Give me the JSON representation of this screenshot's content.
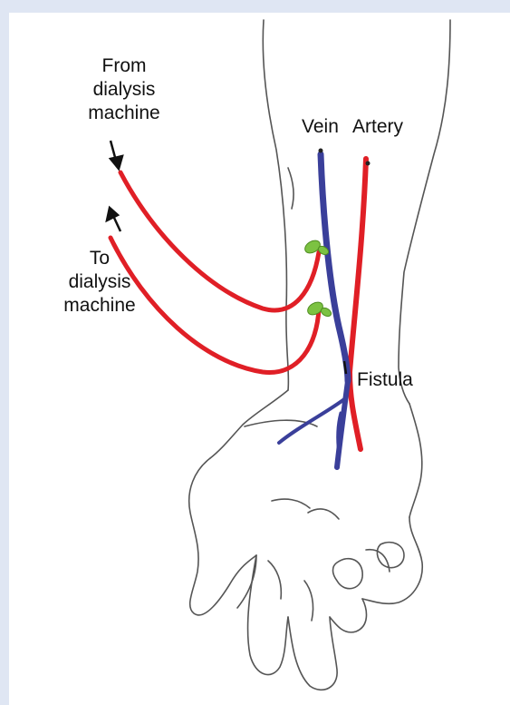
{
  "labels": {
    "from_line1": "From",
    "from_line2": "dialysis",
    "from_line3": "machine",
    "to_line1": "To",
    "to_line2": "dialysis",
    "to_line3": "machine",
    "vein": "Vein",
    "artery": "Artery",
    "fistula": "Fistula"
  },
  "colors": {
    "tube": "#e01f26",
    "vein": "#3a3f9a",
    "needle_clip": "#7cc242",
    "outline": "#555555",
    "border": "#dfe6f3"
  }
}
